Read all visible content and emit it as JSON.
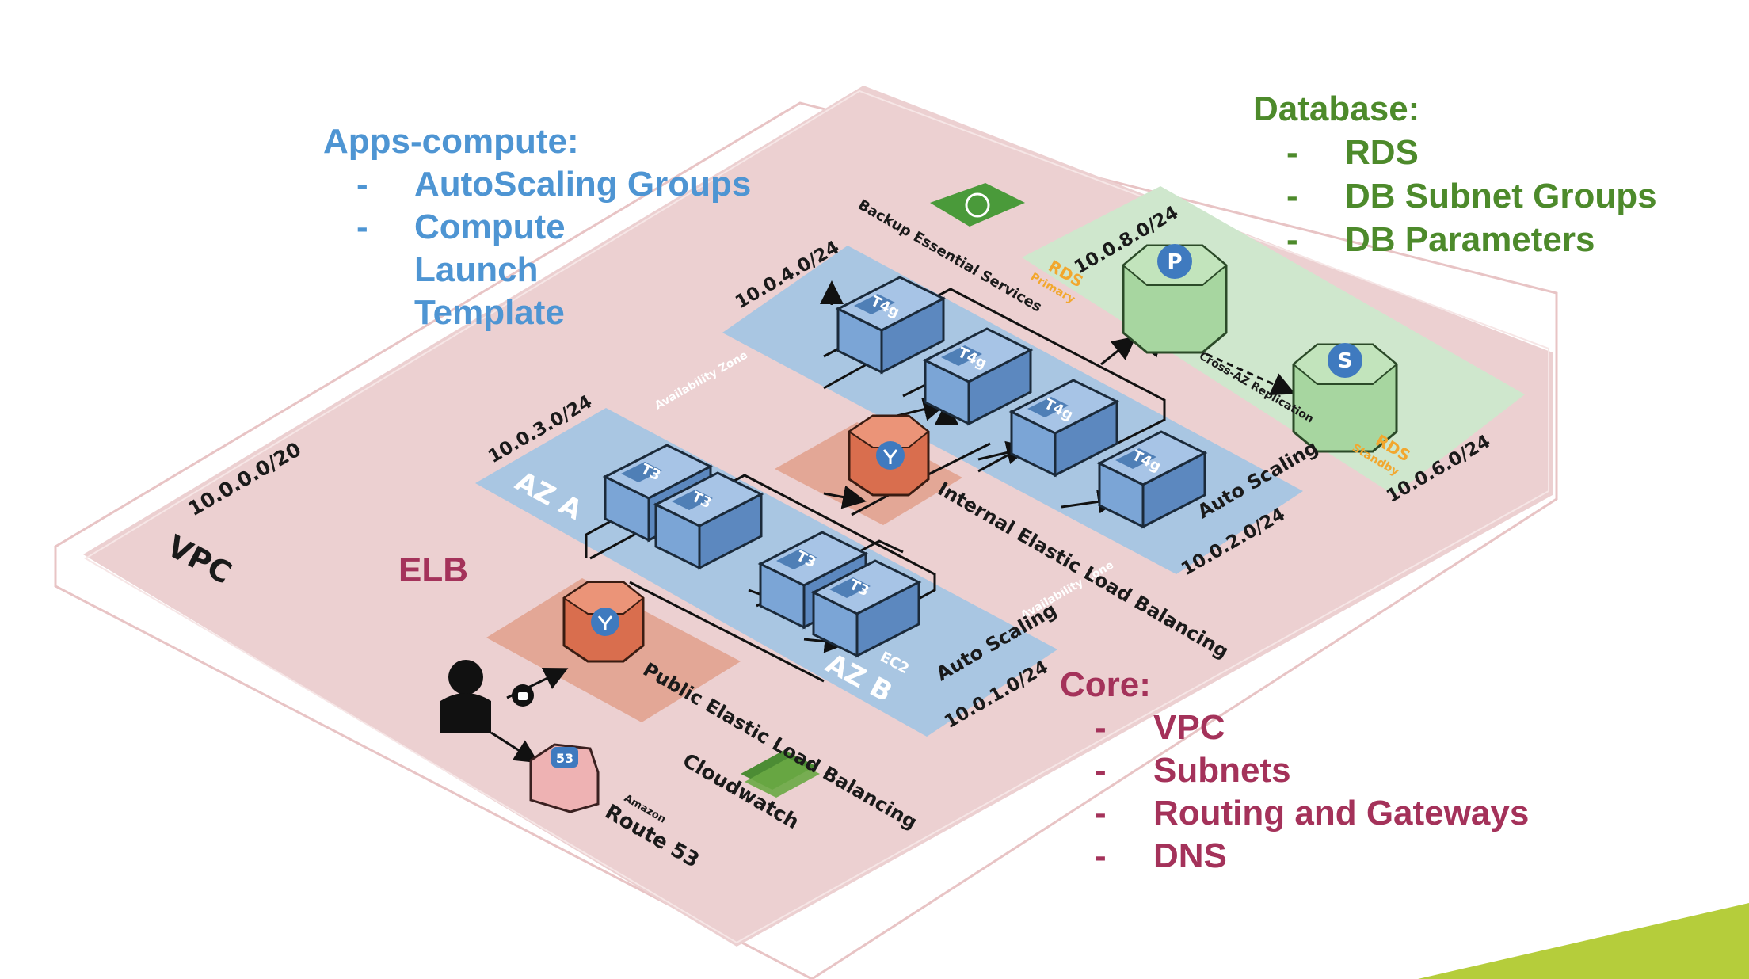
{
  "captions": {
    "apps": {
      "heading": "Apps-compute:",
      "items": [
        "AutoScaling Groups",
        "Compute Launch Template"
      ]
    },
    "database": {
      "heading": "Database:",
      "items": [
        "RDS",
        "DB Subnet Groups",
        "DB Parameters"
      ]
    },
    "core": {
      "heading": "Core:",
      "items": [
        "VPC",
        "Subnets",
        "Routing and Gateways",
        "DNS"
      ]
    },
    "elb": "ELB",
    "dash": "-"
  },
  "diagram": {
    "vpc_label": "VPC",
    "vpc_cidr": "10.0.0.0/20",
    "subnets": {
      "s1": "10.0.1.0/24",
      "s2": "10.0.2.0/24",
      "s3": "10.0.3.0/24",
      "s4": "10.0.4.0/24",
      "s6": "10.0.6.0/24",
      "s8": "10.0.8.0/24"
    },
    "az_a": "AZ A",
    "az_b": "AZ B",
    "availability_zone": "Availability Zone",
    "auto_scaling": "Auto Scaling",
    "instances": {
      "t3": "T3",
      "t4g": "T4g",
      "ec2": "EC2"
    },
    "public_elb": "Public Elastic Load Balancing",
    "internal_elb": "Internal Elastic Load Balancing",
    "backup": "Backup Essential Services",
    "rds_primary": {
      "badge": "P",
      "label": "RDS",
      "role": "Primary"
    },
    "rds_standby": {
      "badge": "S",
      "label": "RDS",
      "role": "Standby"
    },
    "replication": "Cross-AZ Replication",
    "route53_badge": "53",
    "route53_small": "Amazon",
    "route53": "Route 53",
    "cloudwatch": "Cloudwatch"
  },
  "colors": {
    "vpc": "#ecd0d1",
    "subnet_blue": "#a9c6e2",
    "subnet_green": "#cfe7cd",
    "elb_orange": "#e07c5b",
    "rds_green": "#a7d6a0",
    "cube_blue": "#7aa7d8",
    "route53_pink": "#eeb2b3",
    "accent_lime": "#b5cd3b"
  }
}
